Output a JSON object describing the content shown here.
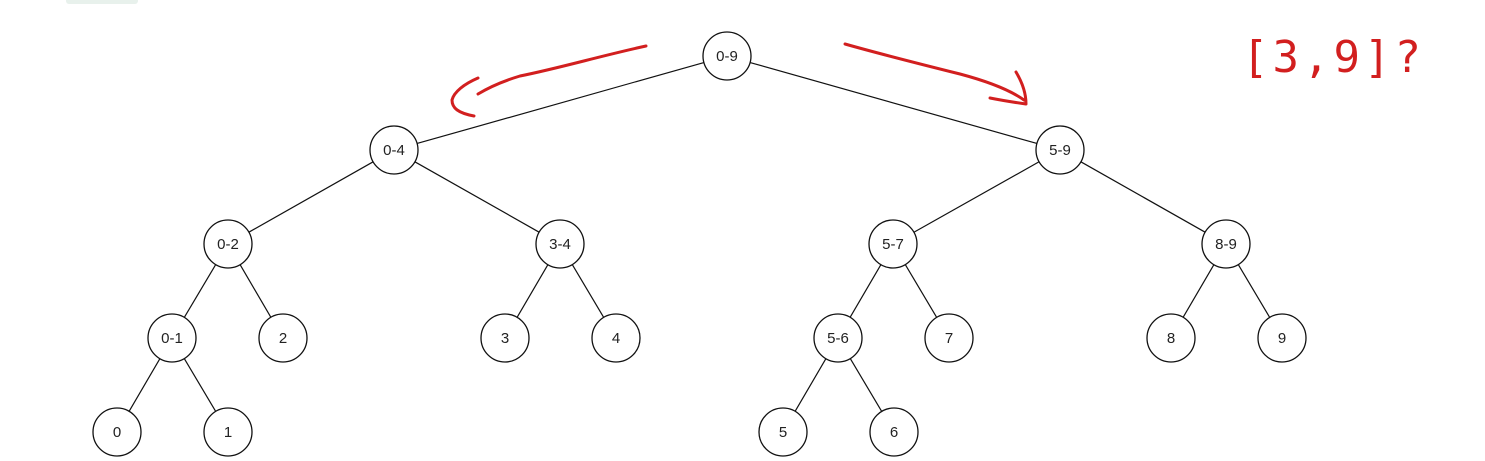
{
  "tree": {
    "nodes": [
      {
        "id": "0-9",
        "label": "0-9"
      },
      {
        "id": "0-4",
        "label": "0-4"
      },
      {
        "id": "5-9",
        "label": "5-9"
      },
      {
        "id": "0-2",
        "label": "0-2"
      },
      {
        "id": "3-4",
        "label": "3-4"
      },
      {
        "id": "5-7",
        "label": "5-7"
      },
      {
        "id": "8-9",
        "label": "8-9"
      },
      {
        "id": "0-1",
        "label": "0-1"
      },
      {
        "id": "2",
        "label": "2"
      },
      {
        "id": "3",
        "label": "3"
      },
      {
        "id": "4",
        "label": "4"
      },
      {
        "id": "5-6",
        "label": "5-6"
      },
      {
        "id": "7",
        "label": "7"
      },
      {
        "id": "8",
        "label": "8"
      },
      {
        "id": "9",
        "label": "9"
      },
      {
        "id": "0",
        "label": "0"
      },
      {
        "id": "1",
        "label": "1"
      },
      {
        "id": "5",
        "label": "5"
      },
      {
        "id": "6",
        "label": "6"
      }
    ],
    "edges": [
      [
        "0-9",
        "0-4"
      ],
      [
        "0-9",
        "5-9"
      ],
      [
        "0-4",
        "0-2"
      ],
      [
        "0-4",
        "3-4"
      ],
      [
        "5-9",
        "5-7"
      ],
      [
        "5-9",
        "8-9"
      ],
      [
        "0-2",
        "0-1"
      ],
      [
        "0-2",
        "2"
      ],
      [
        "3-4",
        "3"
      ],
      [
        "3-4",
        "4"
      ],
      [
        "5-7",
        "5-6"
      ],
      [
        "5-7",
        "7"
      ],
      [
        "8-9",
        "8"
      ],
      [
        "8-9",
        "9"
      ],
      [
        "0-1",
        "0"
      ],
      [
        "0-1",
        "1"
      ],
      [
        "5-6",
        "5"
      ],
      [
        "5-6",
        "6"
      ]
    ]
  },
  "annotation": {
    "query_text": "[3,9]?",
    "color": "#d21f1f"
  }
}
